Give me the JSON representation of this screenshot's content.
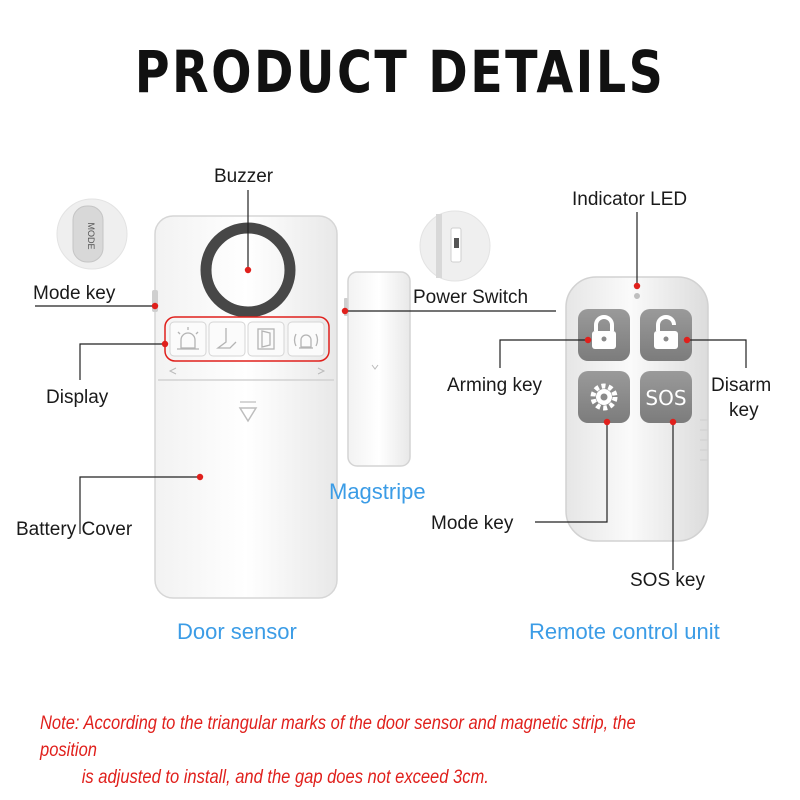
{
  "title": "PRODUCT DETAILS",
  "labels": {
    "buzzer": "Buzzer",
    "mode_key_left": "Mode key",
    "display": "Display",
    "battery_cover": "Battery Cover",
    "power_switch": "Power Switch",
    "magstripe": "Magstripe",
    "door_sensor": "Door sensor",
    "indicator_led": "Indicator LED",
    "arming_key": "Arming key",
    "disarm_key_line1": "Disarm",
    "disarm_key_line2": "key",
    "mode_key_remote": "Mode key",
    "sos_key": "SOS key",
    "remote_control_unit": "Remote control unit"
  },
  "device_text": {
    "mode_button": "MODE",
    "sos_button": "SOS"
  },
  "note": {
    "line1": "Note: According to the triangular marks of the door sensor and magnetic strip, the position",
    "line2": "is adjusted to install, and the gap does not exceed 3cm."
  },
  "colors": {
    "accent_red": "#e0201c",
    "blue_caption": "#3b9ce6",
    "button_gray": "#8c8c8c"
  },
  "icons": [
    "alarm-icon",
    "chime-icon",
    "door-icon",
    "bell-icon",
    "lock-icon",
    "unlock-icon",
    "gear-icon",
    "sos-icon"
  ]
}
